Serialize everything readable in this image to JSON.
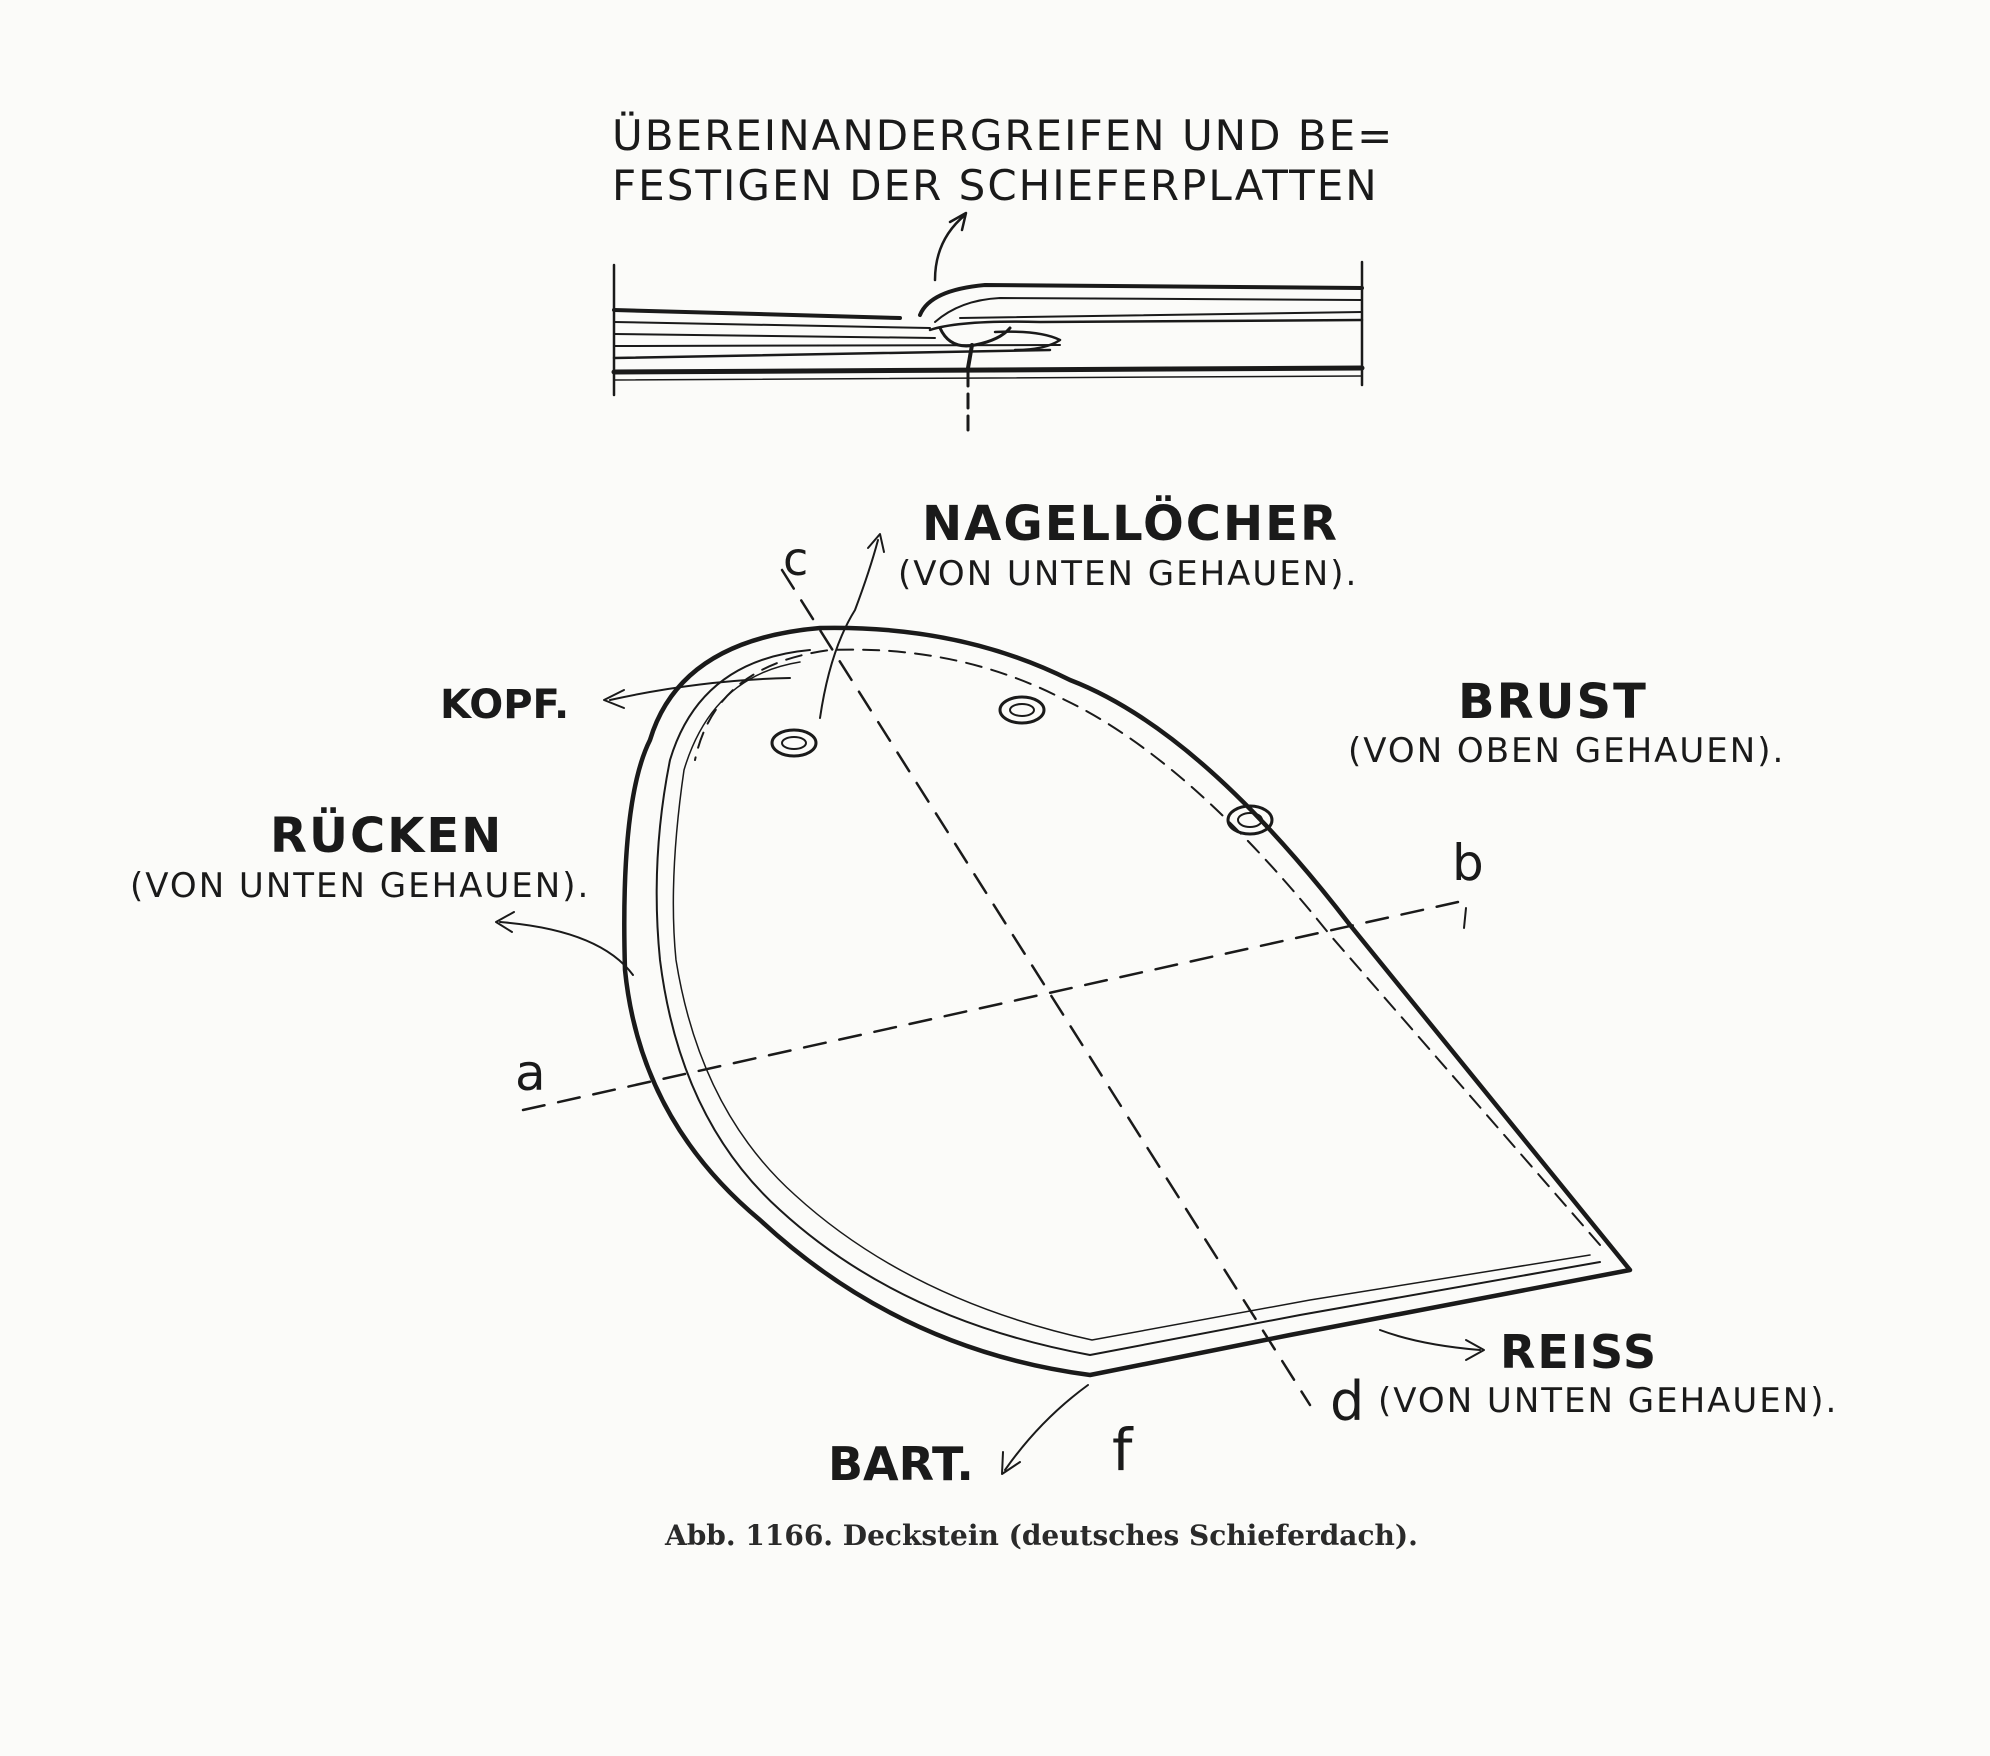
{
  "top_label": {
    "line1": "ÜBEREINANDERGREIFEN UND BE=",
    "line2": "FESTIGEN DER SCHIEFERPLATTEN"
  },
  "labels": {
    "nagelloecher": "NAGELLÖCHER",
    "nagelloecher_sub": "(VON UNTEN GEHAUEN).",
    "kopf": "KOPF.",
    "brust": "BRUST",
    "brust_sub": "(VON OBEN GEHAUEN).",
    "ruecken": "RÜCKEN",
    "ruecken_sub": "(VON UNTEN GEHAUEN).",
    "reiss": "REISS",
    "reiss_sub": "(VON UNTEN GEHAUEN).",
    "bart": "BART."
  },
  "points": {
    "a": "a",
    "b": "b",
    "c": "c",
    "d": "d",
    "f": "f"
  },
  "caption": "Abb. 1166. Deckstein (deutsches Schieferdach)."
}
